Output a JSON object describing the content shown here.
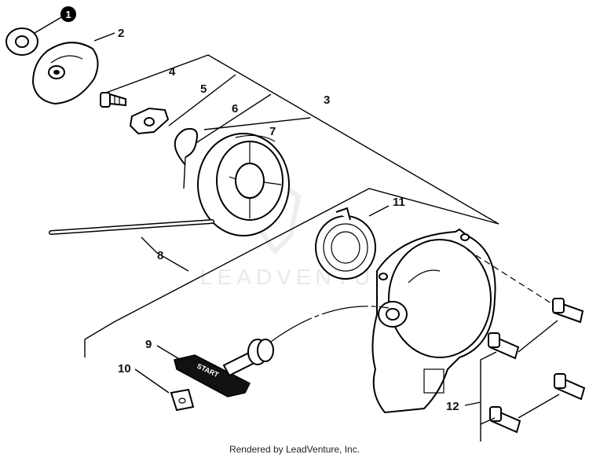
{
  "diagram": {
    "badge_label": "1",
    "callouts": {
      "c2": "2",
      "c3": "3",
      "c4": "4",
      "c5": "5",
      "c6": "6",
      "c7": "7",
      "c8": "8",
      "c9": "9",
      "c10": "10",
      "c11": "11",
      "c12": "12"
    },
    "handle_text": "START",
    "watermark": "LEADVENTURE",
    "footer": "Rendered by LeadVenture, Inc."
  }
}
